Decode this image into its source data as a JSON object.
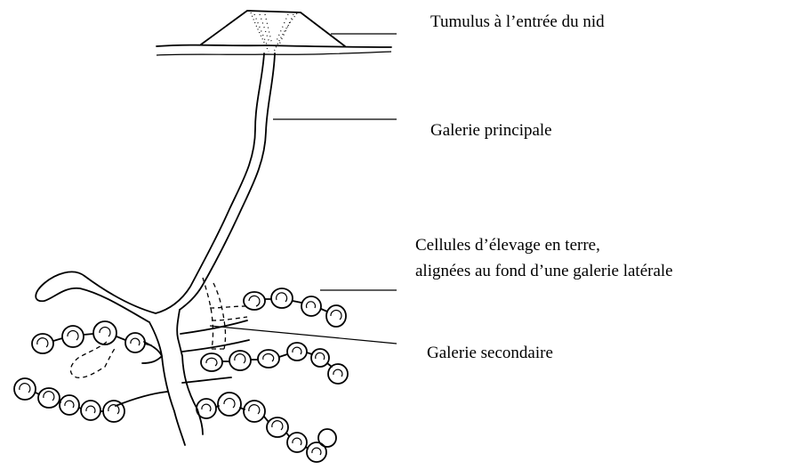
{
  "labels": {
    "tumulus": "Tumulus à l’entrée du nid",
    "galerie_principale": "Galerie principale",
    "cellules_line1": "Cellules d’élevage en terre,",
    "cellules_line2": "alignées au fond d’une galerie latérale",
    "galerie_secondaire": "Galerie secondaire"
  },
  "colors": {
    "ink": "#000000",
    "background": "#ffffff"
  }
}
